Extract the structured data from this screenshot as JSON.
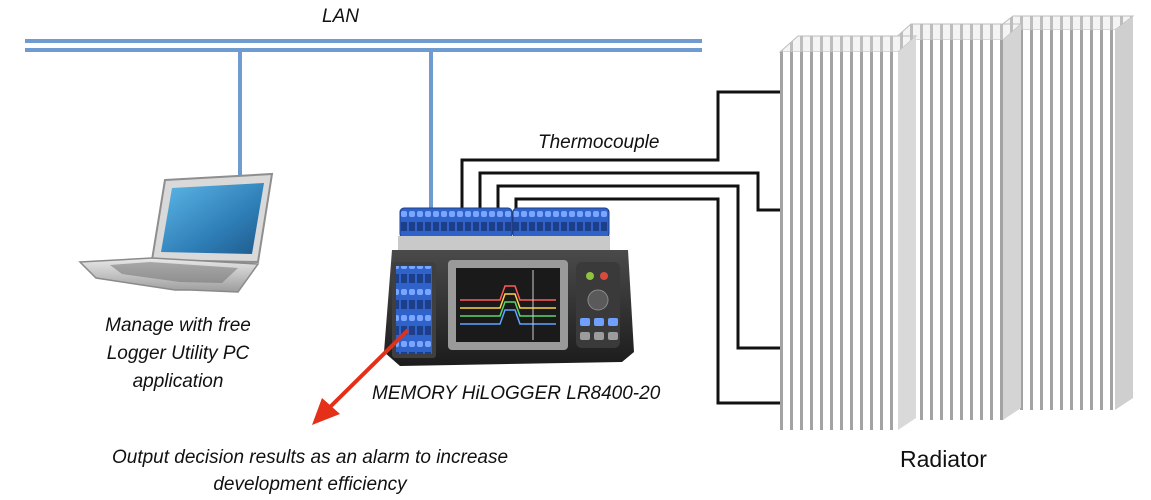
{
  "labels": {
    "lan": "LAN",
    "thermocouple": "Thermocouple",
    "pc_line1": "Manage with free",
    "pc_line2": "Logger Utility PC",
    "pc_line3": "application",
    "logger": "MEMORY HiLOGGER LR8400-20",
    "alarm_line1": "Output decision results as an alarm to increase",
    "alarm_line2": "development efficiency",
    "radiator": "Radiator"
  },
  "colors": {
    "lan_bus": "#6f9bd1",
    "wire": "#111111",
    "arrow": "#e53019",
    "terminal_blue": "#2f63c9",
    "device_body": "#2b2b2b",
    "screen": "#1a1a1a",
    "laptop_screen": "#2f7fb8",
    "radiator_fin": "#9a9a9a"
  },
  "icons": {
    "laptop": "laptop-icon",
    "logger": "data-logger-icon",
    "radiator": "radiator-icon",
    "arrow": "alarm-arrow-icon"
  }
}
